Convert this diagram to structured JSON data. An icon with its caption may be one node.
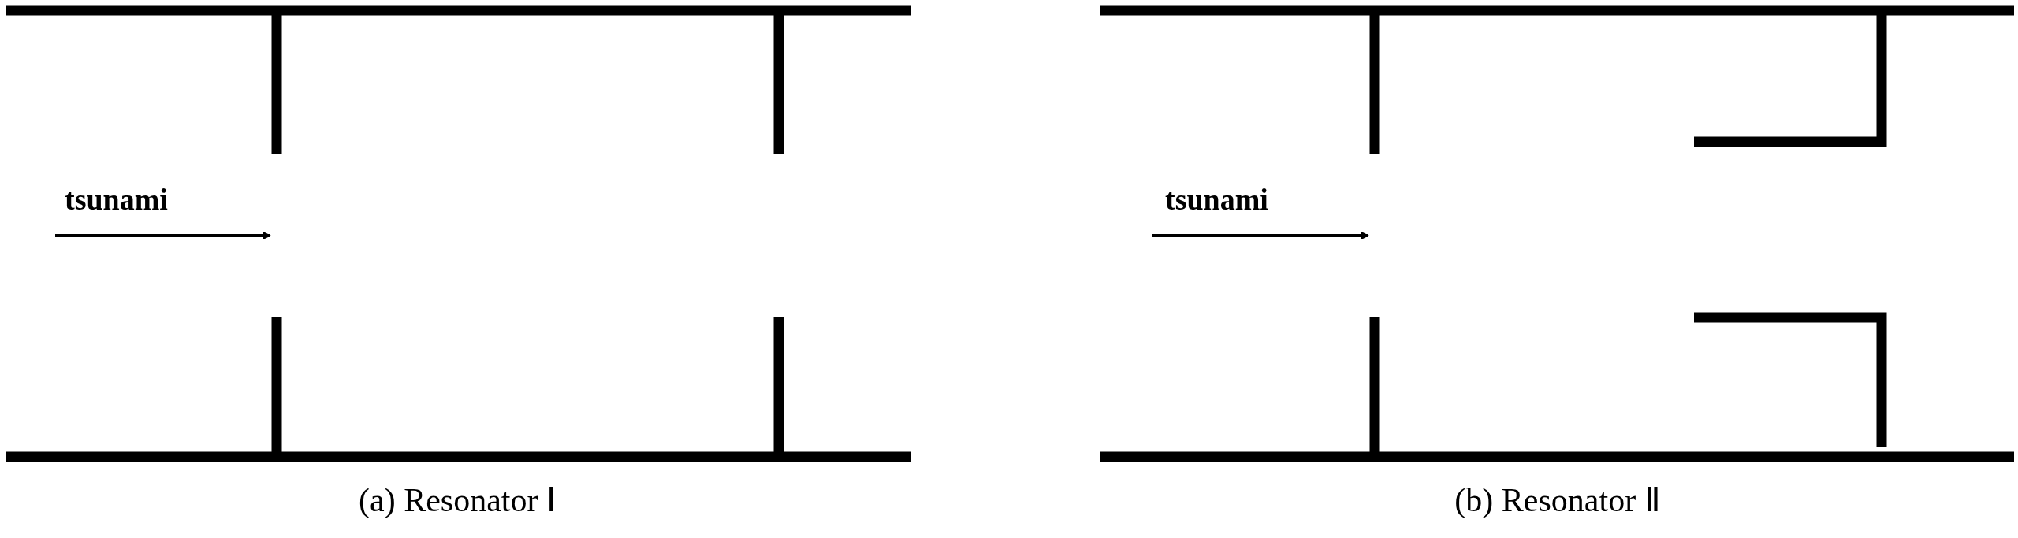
{
  "diagram": {
    "labels": [
      "tsunami",
      "(a) Resonator Ⅰ",
      "tsunami",
      "(b) Resonator Ⅱ"
    ]
  }
}
